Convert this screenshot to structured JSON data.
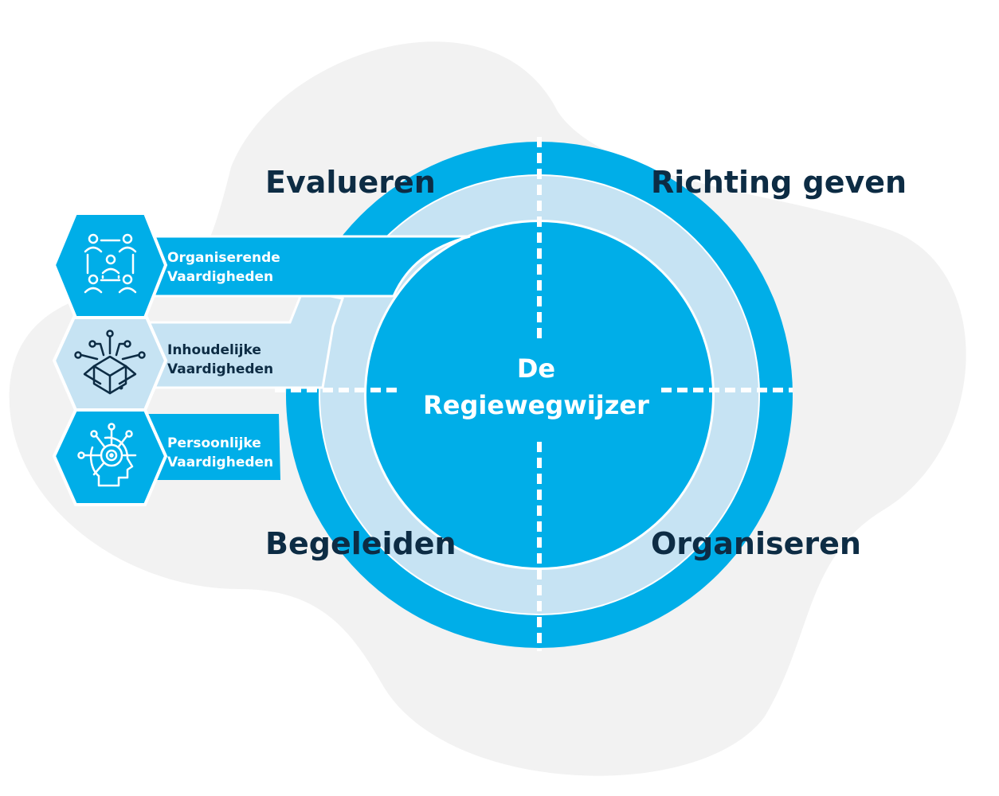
{
  "center": {
    "line1": "De",
    "line2": "Regiewegwijzer"
  },
  "quadrants": {
    "top_left": "Evalueren",
    "top_right": "Richting geven",
    "bottom_left": "Begeleiden",
    "bottom_right": "Organiseren"
  },
  "skills": [
    {
      "line1": "Organiserende",
      "line2": "Vaardigheden",
      "icon": "team-network-icon"
    },
    {
      "line1": "Inhoudelijke",
      "line2": "Vaardigheden",
      "icon": "open-box-network-icon"
    },
    {
      "line1": "Persoonlijke",
      "line2": "Vaardigheden",
      "icon": "head-target-icon"
    }
  ],
  "colors": {
    "primary_blue": "#00aee8",
    "light_blue": "#c6e3f3",
    "dark_text": "#0d2c44",
    "blob_grey": "#f2f2f2"
  }
}
